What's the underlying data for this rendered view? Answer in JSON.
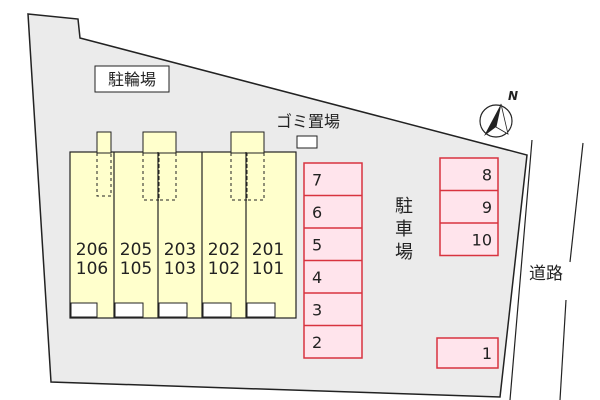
{
  "labels": {
    "bicycle_parking": "駐輪場",
    "garbage_area": "ゴミ置場",
    "parking_lot": [
      "駐",
      "車",
      "場"
    ],
    "road": "道路",
    "north": "N"
  },
  "units": [
    {
      "upper": "206",
      "lower": "106"
    },
    {
      "upper": "205",
      "lower": "105"
    },
    {
      "upper": "203",
      "lower": "103"
    },
    {
      "upper": "202",
      "lower": "102"
    },
    {
      "upper": "201",
      "lower": "101"
    }
  ],
  "parking_spaces_left": [
    "7",
    "6",
    "5",
    "4",
    "3",
    "2"
  ],
  "parking_spaces_right": [
    "8",
    "9",
    "10"
  ],
  "parking_space_single": "1",
  "colors": {
    "lot": "#ebebeb",
    "building": "#ffffcc",
    "parking_fill": "#ffe4ec",
    "parking_border": "#d8333f",
    "outline": "#222222"
  }
}
